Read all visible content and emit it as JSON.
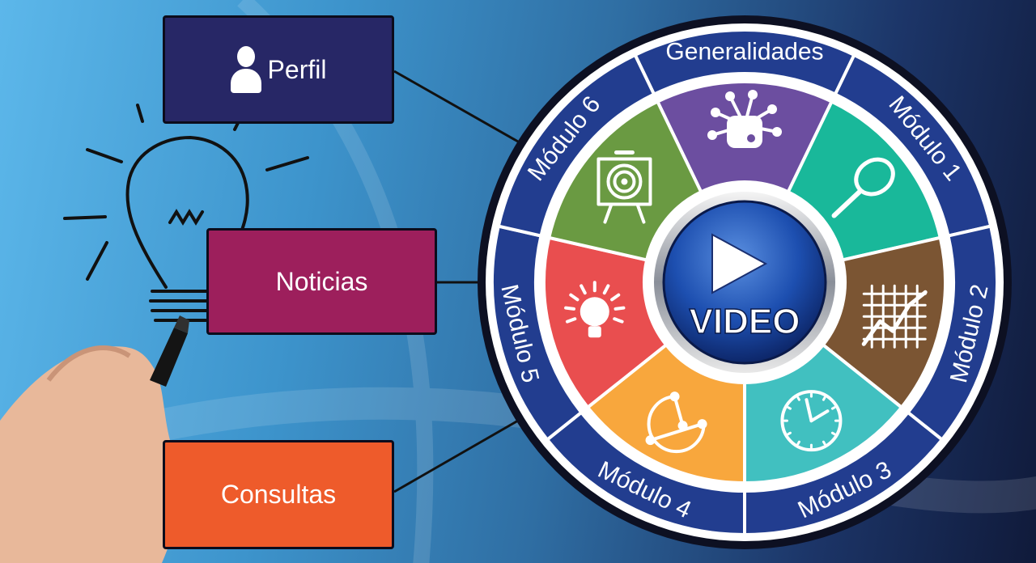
{
  "nav": {
    "perfil": {
      "label": "Perfil",
      "icon": "user-icon"
    },
    "noticias": {
      "label": "Noticias"
    },
    "consultas": {
      "label": "Consultas"
    }
  },
  "wheel": {
    "segments": [
      {
        "label": "Generalidades",
        "color": "#6c4ea0",
        "icon": "network-robot-icon"
      },
      {
        "label": "Módulo 1",
        "color": "#19b89a",
        "icon": "magnifier-icon"
      },
      {
        "label": "Módulo 2",
        "color": "#7b5533",
        "icon": "chart-grid-icon"
      },
      {
        "label": "Módulo 3",
        "color": "#41c0c0",
        "icon": "clock-icon"
      },
      {
        "label": "Módulo 4",
        "color": "#f8a73d",
        "icon": "graph-nodes-icon"
      },
      {
        "label": "Módulo 5",
        "color": "#e94e4f",
        "icon": "lightbulb-icon"
      },
      {
        "label": "Módulo 6",
        "color": "#6a9a42",
        "icon": "target-easel-icon"
      }
    ],
    "ring_color": "#223d8f",
    "video_button": {
      "label": "VIDEO",
      "icon": "play-icon"
    }
  }
}
